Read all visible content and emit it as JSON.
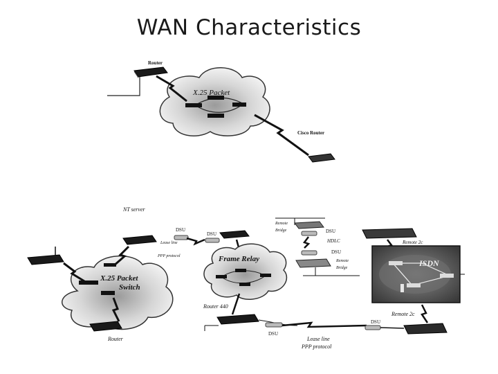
{
  "title": "WAN Characteristics",
  "top_diagram": {
    "router_label": "Router",
    "cloud_label": "X.25  Packet",
    "cisco_router_label": "Cisco Router"
  },
  "bottom_diagram": {
    "nt_server": "NT server",
    "dsu": "DSU",
    "lease_line_ppp_a": "Lease line",
    "lease_line_ppp_b": "PPP protocol",
    "x25_cloud_line1": "X.25  Packet",
    "x25_cloud_line2": "Switch",
    "frame_relay": "Frame Relay",
    "router_440": "Router 440",
    "router": "Router",
    "remote_bridge_top_a": "Remote",
    "remote_bridge_top_b": "Bridge",
    "hdlc": "HDLC",
    "remote_bridge_bottom_a": "Remote",
    "remote_bridge_bottom_b": "Bridge",
    "remote_2c_top": "Remote 2c",
    "isdn": "ISDN",
    "remote_2c_bottom": "Remote 2c",
    "lease_line_bottom": "Lease line",
    "ppp_protocol_bottom": "PPP protocol"
  }
}
